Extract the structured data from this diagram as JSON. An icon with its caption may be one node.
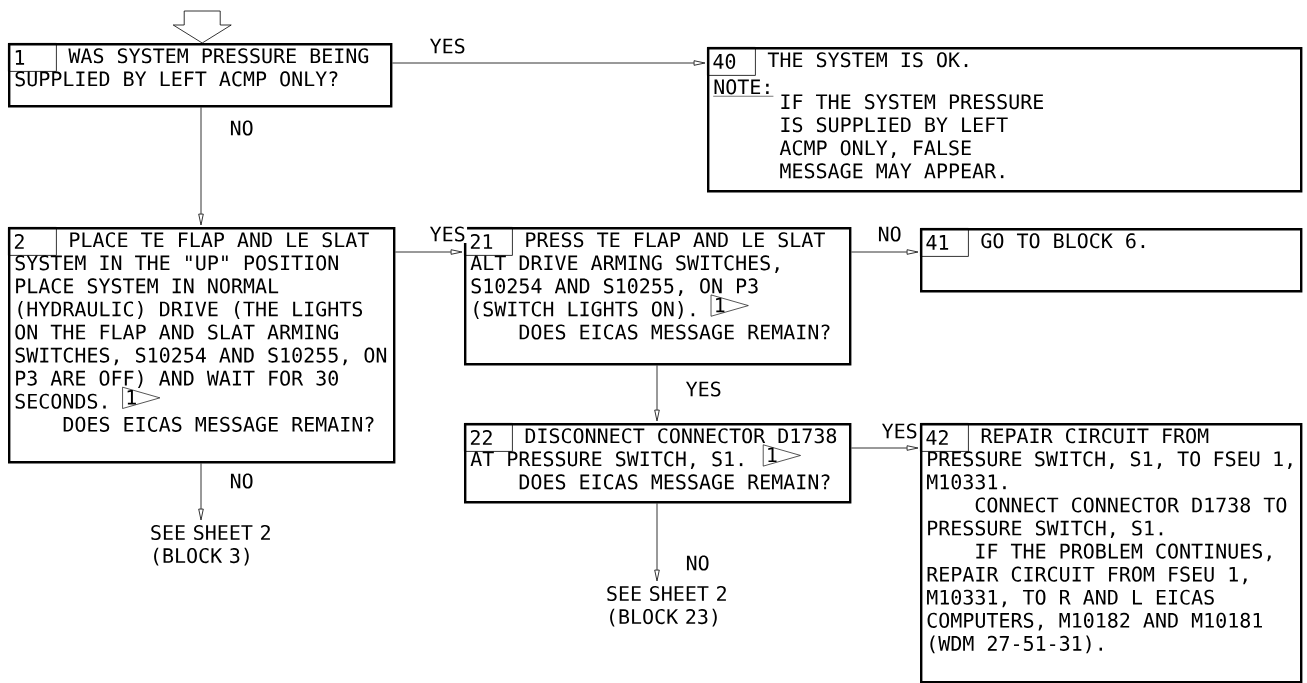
{
  "diagram": {
    "nodes": [
      {
        "text": [
          "1",
          "WAS SYSTEM PRESSURE BEING SUPPLIED BY LEFT ACMP ONLY?"
        ]
      },
      {
        "text": [
          "40",
          "THE SYSTEM IS OK.",
          "NOTE:",
          "IF THE SYSTEM PRESSURE IS SUPPLIED BY LEFT ACMP ONLY, FALSE MESSAGE MAY APPEAR."
        ]
      },
      {
        "text": [
          "2",
          "PLACE TE FLAP AND LE SLAT SYSTEM IN THE \"UP\" POSITION PLACE SYSTEM IN NORMAL (HYDRAULIC) DRIVE (THE LIGHTS ON THE FLAP AND SLAT ARMING SWITCHES, S10254 AND S10255, ON P3 ARE OFF) AND WAIT FOR 30 SECONDS.",
          "1",
          "DOES EICAS MESSAGE REMAIN?"
        ]
      },
      {
        "text": [
          "21",
          "PRESS TE FLAP AND LE SLAT ALT DRIVE ARMING SWITCHES, S10254 AND S10255, ON P3 (SWITCH LIGHTS ON).",
          "1",
          "DOES EICAS MESSAGE REMAIN?"
        ]
      },
      {
        "text": [
          "41",
          "GO TO BLOCK 6."
        ]
      },
      {
        "text": [
          "22",
          "DISCONNECT CONNECTOR D1738 AT PRESSURE SWITCH, S1.",
          "1",
          "DOES EICAS MESSAGE REMAIN?"
        ]
      },
      {
        "text": [
          "42",
          "REPAIR CIRCUIT FROM PRESSURE SWITCH, S1, TO FSEU 1, M10331.",
          "CONNECT CONNECTOR D1738 TO PRESSURE SWITCH, S1.",
          "IF THE PROBLEM CONTINUES, REPAIR CIRCUIT FROM FSEU 1, M10331, TO R AND L EICAS COMPUTERS, M10182 AND M10181 (WDM 27-51-31)."
        ]
      },
      {
        "text": [
          "SEE SHEET 2 (BLOCK 3)"
        ]
      },
      {
        "text": [
          "SEE SHEET 2 (BLOCK 23)"
        ]
      }
    ],
    "edges": [
      {
        "from": null,
        "to": 0,
        "arrow": "to"
      },
      {
        "from": 0,
        "to": 1,
        "arrow": "to",
        "label": "YES"
      },
      {
        "from": 0,
        "to": 2,
        "arrow": "to",
        "label": "NO"
      },
      {
        "from": 2,
        "to": 3,
        "arrow": "to",
        "label": "YES"
      },
      {
        "from": 3,
        "to": 4,
        "arrow": "to",
        "label": "NO"
      },
      {
        "from": 3,
        "to": 5,
        "arrow": "to",
        "label": "YES"
      },
      {
        "from": 5,
        "to": 6,
        "arrow": "to",
        "label": "YES"
      },
      {
        "from": 2,
        "to": 7,
        "arrow": "to",
        "label": "NO"
      },
      {
        "from": 5,
        "to": 8,
        "arrow": "to",
        "label": "NO"
      }
    ]
  }
}
